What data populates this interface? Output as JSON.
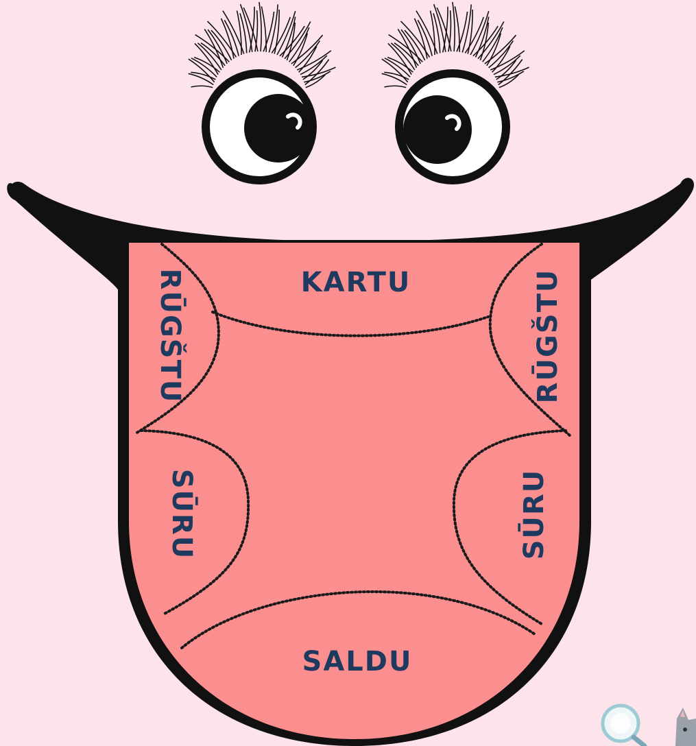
{
  "colors": {
    "background": "#fce4ea",
    "tongue": "#fb8f90",
    "outline": "#111111",
    "label": "#1f3a5f",
    "eye_white": "#ffffff"
  },
  "zones": {
    "top": "KARTU",
    "left_upper": "RŪGŠTU",
    "right_upper": "RŪGŠTU",
    "left_lower": "SŪRU",
    "right_lower": "SŪRU",
    "bottom": "SALDU"
  },
  "icons": [
    "eyelash-icon",
    "magnifier-icon",
    "cat-icon"
  ]
}
